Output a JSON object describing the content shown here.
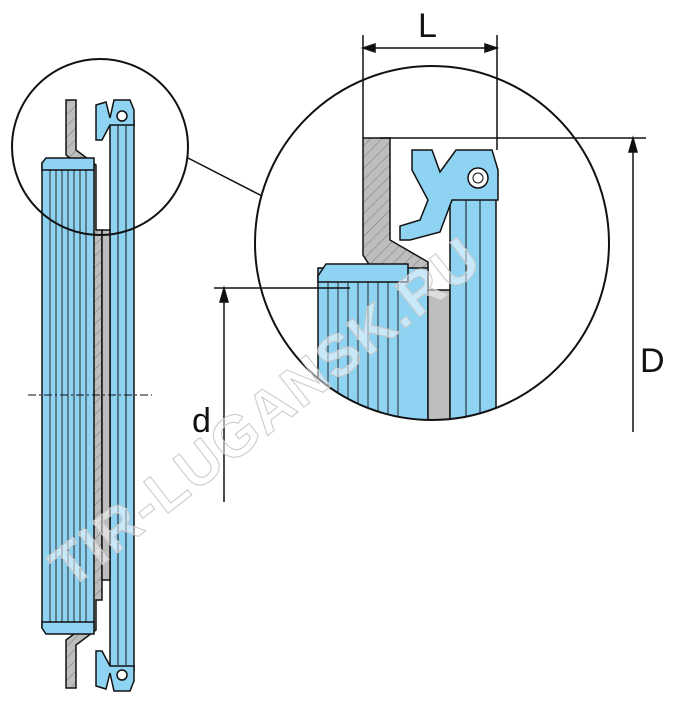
{
  "labels": {
    "length": "L",
    "outer_diameter": "D",
    "inner_diameter": "d"
  },
  "watermark": "TIR-LUGANSK.RU",
  "colors": {
    "blue": "#8fd3f2",
    "blue_dark": "#5bb8e6",
    "grey": "#bdbdbd",
    "grey_dark": "#9c9c9c",
    "line": "#111111",
    "background": "#ffffff"
  }
}
